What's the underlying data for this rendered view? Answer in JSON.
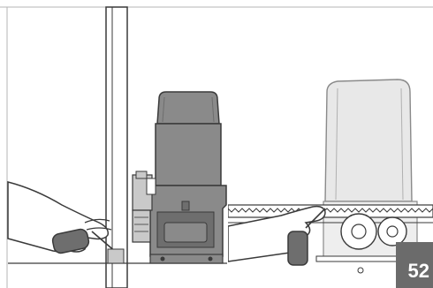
{
  "page": {
    "number": "52"
  },
  "panels": [
    {
      "scene": "left",
      "subject": "gate-motor-front-view-with-spray"
    },
    {
      "scene": "right",
      "subject": "gate-motor-rack-and-pinion-with-spray"
    }
  ],
  "colors": {
    "line": "#3a3a3a",
    "motor_fill": "#8a8a8a",
    "motor_dark": "#6e6e6e",
    "motor_light": "#c9c9c9",
    "ghost_fill": "#e8e8e8",
    "badge": "#6b6b6b",
    "frame": "#b5b5b5"
  }
}
